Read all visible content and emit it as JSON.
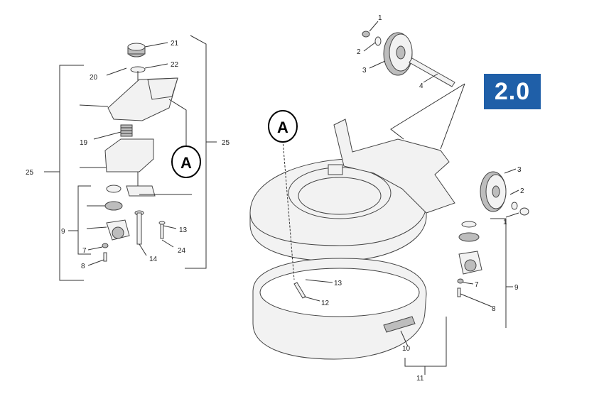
{
  "version_badge": "2.0",
  "callouts": {
    "detail_a_left": "A",
    "detail_a_right": "A"
  },
  "labels": {
    "p1_top": "1",
    "p2_top": "2",
    "p3_top": "3",
    "p4": "4",
    "p3_right": "3",
    "p2_right": "2",
    "p1_right": "1",
    "p7_right": "7",
    "p8_right": "8",
    "p9_right": "9",
    "p10": "10",
    "p11": "11",
    "p12": "12",
    "p13_main": "13",
    "p21": "21",
    "p22": "22",
    "p20": "20",
    "p19": "19",
    "p25_left": "25",
    "p25_right": "25",
    "p9_left": "9",
    "p13_left": "13",
    "p24": "24",
    "p14": "14",
    "p7_left": "7",
    "p8_left": "8"
  }
}
